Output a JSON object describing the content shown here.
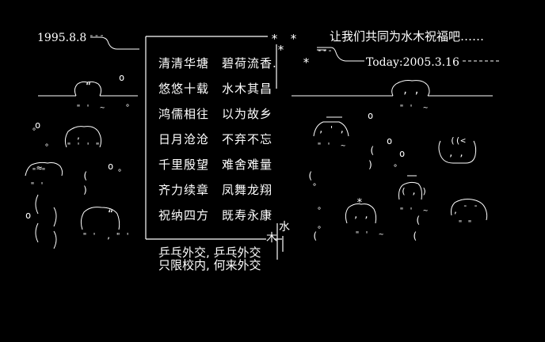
{
  "date_left": "1995.8.8",
  "blessing": "让我们共同为水木祝福吧……",
  "today": "Today:2005.3.16",
  "poem": {
    "left": [
      "清清华塘",
      "悠悠十载",
      "鸿儒相往",
      "日月沧沧",
      "千里殷望",
      "齐力续章",
      "祝纳四方"
    ],
    "right": [
      "碧荷流香.",
      "水木其昌",
      "以为故乡",
      "不弃不忘",
      "难舍难量",
      "凤舞龙翔",
      "既寿永康"
    ]
  },
  "signature": {
    "shui": "水",
    "mu": "木"
  },
  "footer": {
    "line1": "乒乓外交, 乒乓外交",
    "line2": "只限校内, 何来外交"
  },
  "stars": "*",
  "icons": [
    "ascii-art-creatures",
    "ascii-art-bubbles"
  ]
}
